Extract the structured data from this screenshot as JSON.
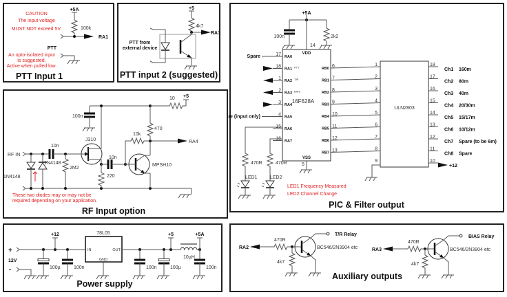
{
  "panels": {
    "ptt1": {
      "title": "PTT Input 1",
      "caution": [
        "CAUTION",
        "The input voltage",
        "MUST NOT exceed 5V."
      ],
      "rail": "+5A",
      "resistor": "100k",
      "output": "RA1",
      "input_label": "PTT",
      "note": [
        "An opto-isolated input",
        "is suggested.",
        "Active when pulled low."
      ]
    },
    "ptt2": {
      "title": "PTT input 2 (suggested)",
      "rail": "+5",
      "resistor": "4k7",
      "output": "RA1",
      "input_label": [
        "PTT from",
        "external device"
      ]
    },
    "pic": {
      "title": "PIC & Filter output",
      "rail": "+5A",
      "cap": "100n",
      "pullup": "2k2",
      "mcu": "16F628A",
      "vdd": "VDD",
      "vdd_pin": "14",
      "vss": "VSS",
      "vss_pin": "5",
      "left_pins": [
        {
          "pin": "17",
          "name": "RA0",
          "sub": "",
          "ext": "Spare"
        },
        {
          "pin": "18",
          "name": "RA1",
          "sub": "PTT",
          "ext": ""
        },
        {
          "pin": "1",
          "name": "RA2",
          "sub": "T/R",
          "ext": ""
        },
        {
          "pin": "2",
          "name": "RA3",
          "sub": "BIAS",
          "ext": ""
        },
        {
          "pin": "3",
          "name": "RA4",
          "sub": "",
          "ext": ""
        },
        {
          "pin": "4",
          "name": "RA5",
          "sub": "",
          "ext": "Spare (input only)"
        },
        {
          "pin": "15",
          "name": "RA6",
          "sub": "",
          "ext": ""
        },
        {
          "pin": "16",
          "name": "RA7",
          "sub": "",
          "ext": ""
        }
      ],
      "right_pins": [
        {
          "pin": "6",
          "name": "RB0"
        },
        {
          "pin": "7",
          "name": "RB1"
        },
        {
          "pin": "8",
          "name": "RB2"
        },
        {
          "pin": "9",
          "name": "RB3"
        },
        {
          "pin": "10",
          "name": "RB4"
        },
        {
          "pin": "11",
          "name": "RB5"
        },
        {
          "pin": "12",
          "name": "RB6"
        },
        {
          "pin": "13",
          "name": "RB7"
        }
      ],
      "led_resistors": [
        "470R",
        "470R"
      ],
      "leds": [
        "LED1",
        "LED2"
      ],
      "led_notes": [
        "LED1 Frequency Measured",
        "LED2 Channel Change"
      ],
      "driver": "ULN2803",
      "driver_in_pins": [
        "1",
        "2",
        "3",
        "4",
        "5",
        "6",
        "7",
        "8",
        "9"
      ],
      "driver_out_pins": [
        "18",
        "17",
        "16",
        "15",
        "14",
        "13",
        "12",
        "11",
        "10"
      ],
      "channels": [
        {
          "ch": "Ch1",
          "band": "160m"
        },
        {
          "ch": "Ch2",
          "band": "80m"
        },
        {
          "ch": "Ch3",
          "band": "40m"
        },
        {
          "ch": "Ch4",
          "band": "20/30m"
        },
        {
          "ch": "Ch5",
          "band": "15/17m"
        },
        {
          "ch": "Ch6",
          "band": "10/12m"
        },
        {
          "ch": "Ch7",
          "band": "Spare (to be 6m)"
        },
        {
          "ch": "Ch8",
          "band": "Spare"
        }
      ],
      "com_rail": "+12"
    },
    "rf": {
      "title": "RF Input option",
      "input": "RF IN",
      "c_decouple": "100n",
      "fet": "J310",
      "c_in": "10n",
      "diode1": "1N4148",
      "diode2": "1N4148",
      "r_gate": "2M2",
      "c_couple": "10n",
      "r_source": "220",
      "r_feed": "10k",
      "r_coll": "470",
      "r_supply": "10",
      "rail": "+5",
      "bjt": "MPSH10",
      "output": "RA4",
      "note": [
        "These two diodes may or may not be",
        "required depending on your application."
      ]
    },
    "power": {
      "title": "Power supply",
      "plus": "+",
      "minus": "-",
      "input": "12V",
      "rail12": "+12",
      "reg": "78L05",
      "reg_in": "IN",
      "reg_out": "OUT",
      "reg_gnd": "GND",
      "rail5": "+5",
      "rail5a": "+5A",
      "c1": "100µ",
      "c2": "100n",
      "c3": "100n",
      "c4": "100µ",
      "inductor": "10µH",
      "c5": "100n"
    },
    "aux": {
      "title": "Auxiliary outputs",
      "ch": [
        {
          "input": "RA2",
          "r_base": "470R",
          "r_pd": "4k7",
          "transistor": "BC546/2N3904 etc",
          "relay": "T/R Relay"
        },
        {
          "input": "RA3",
          "r_base": "470R",
          "r_pd": "4k7",
          "transistor": "BC546/2N3904 etc",
          "relay": "BIAS Relay"
        }
      ]
    }
  }
}
